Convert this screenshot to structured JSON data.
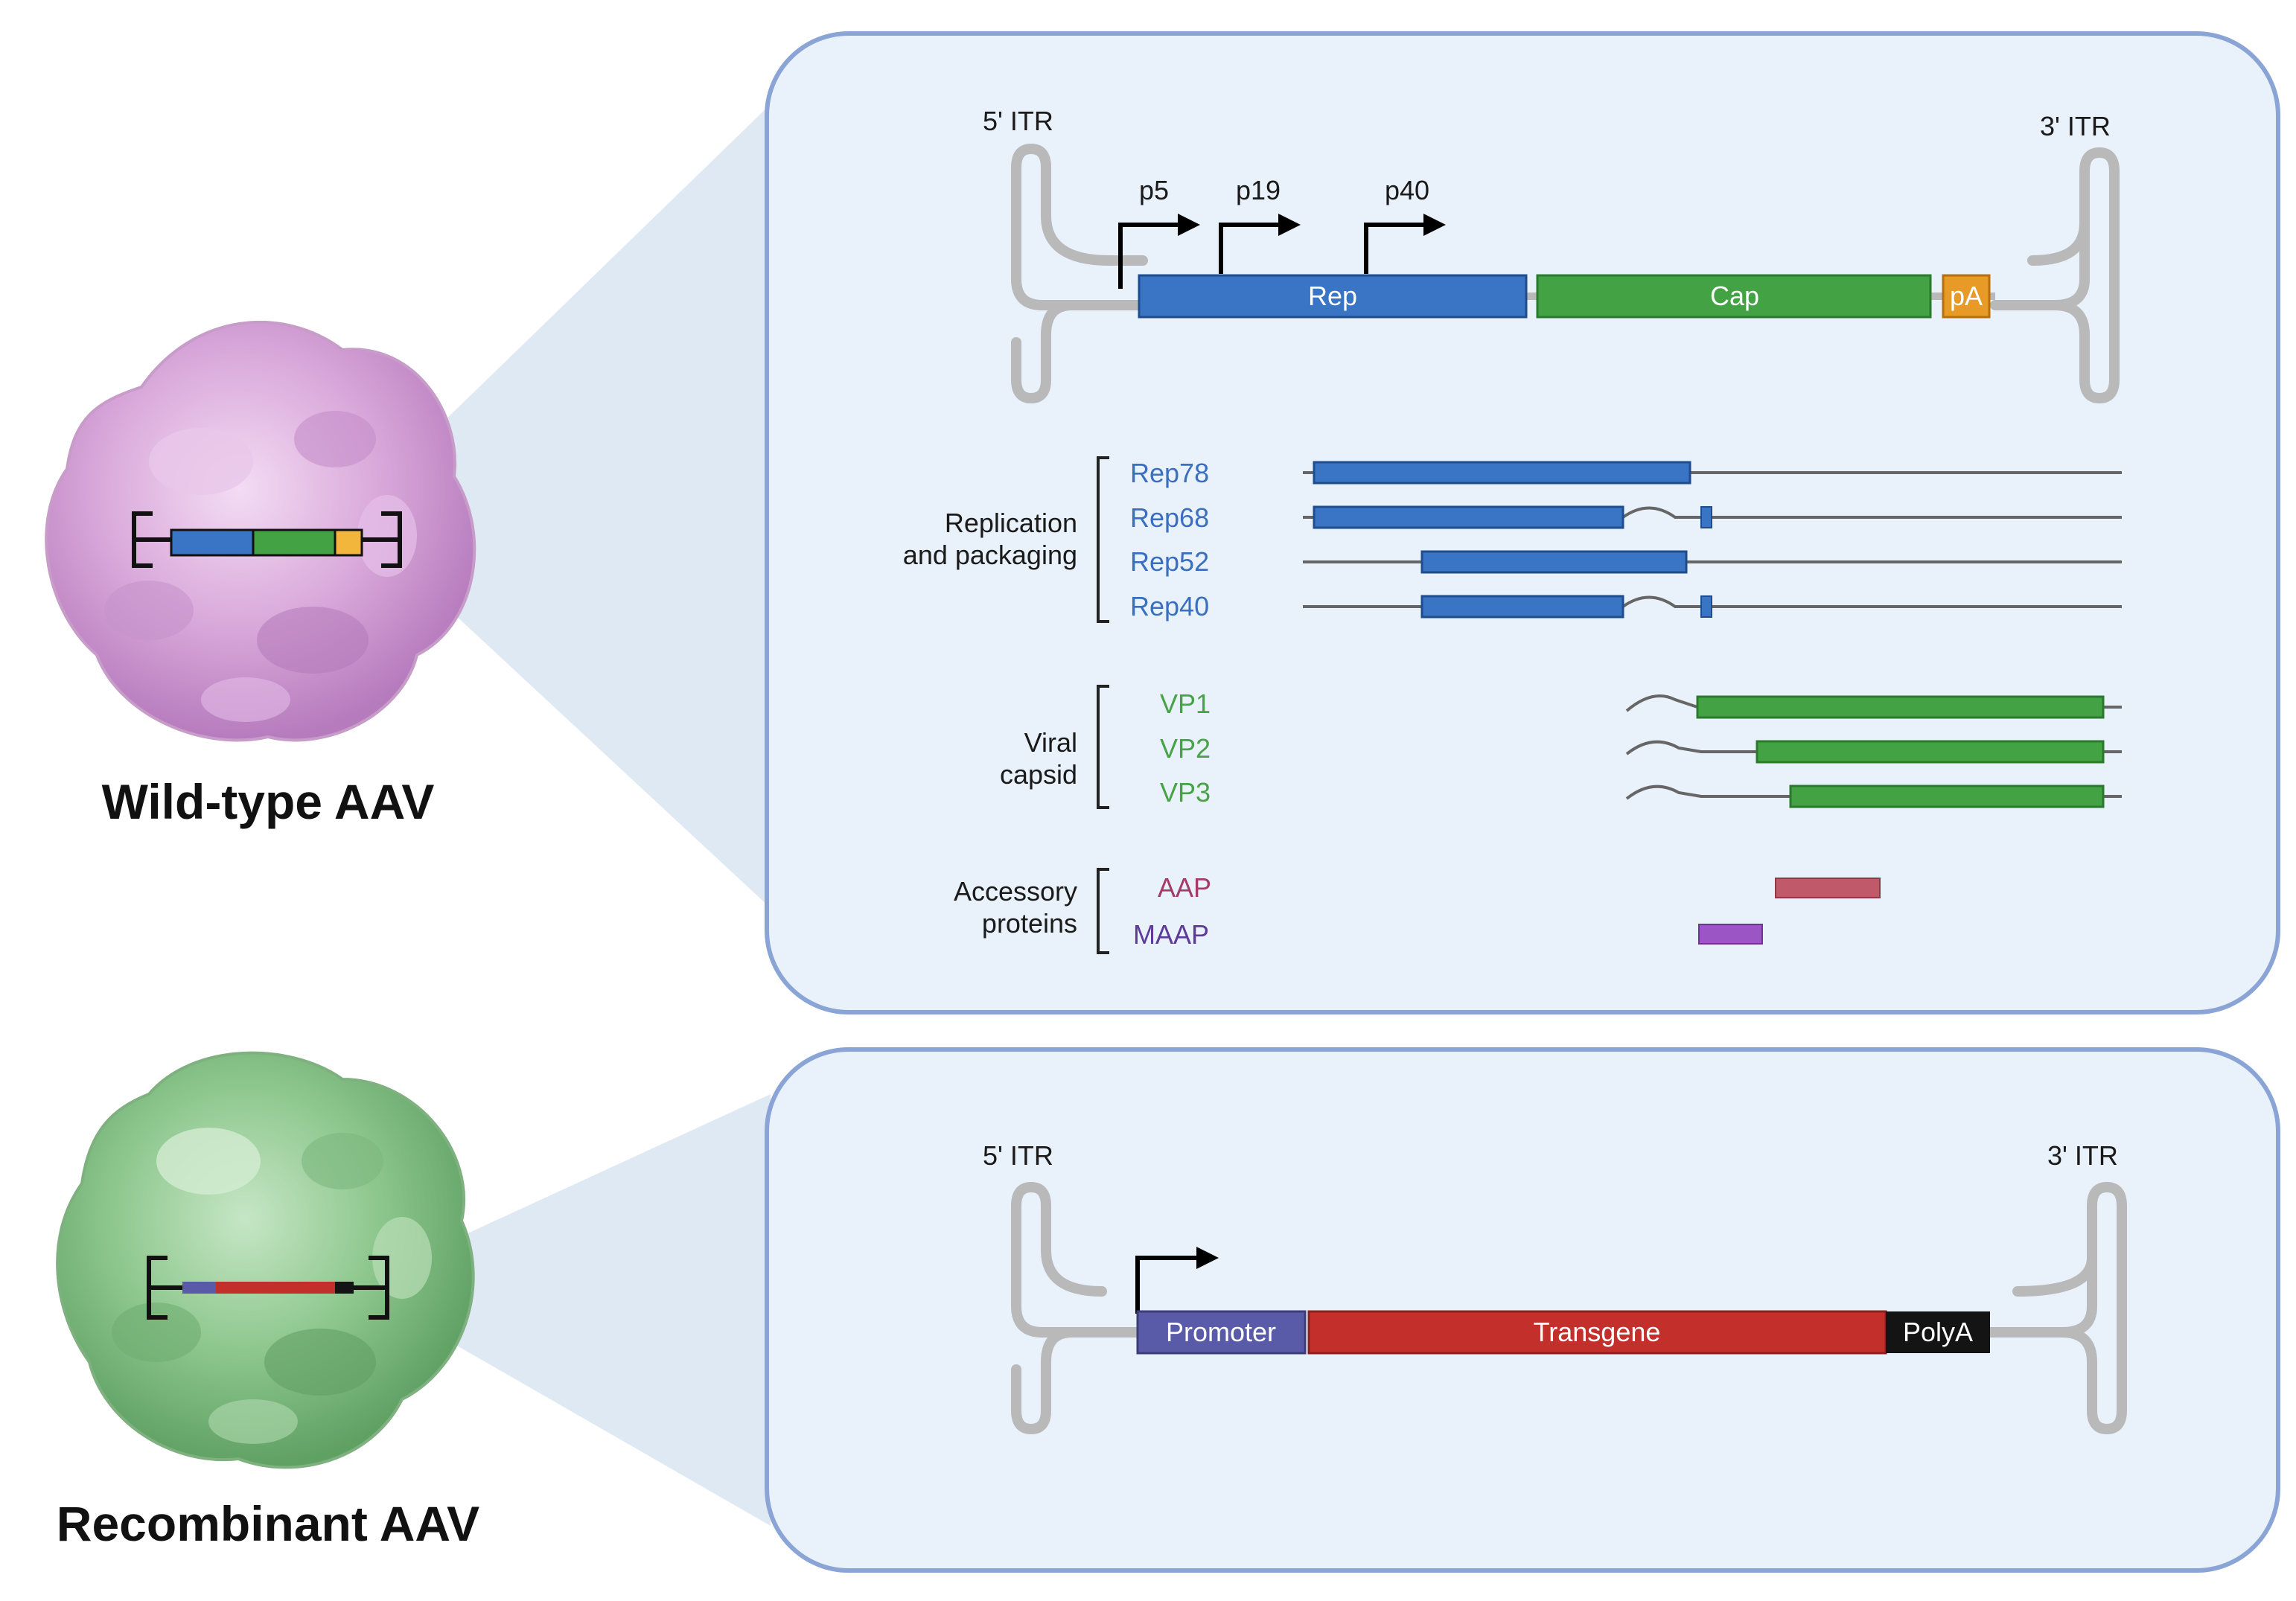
{
  "wild_type": {
    "caption": "Wild-type AAV",
    "itr_left": "5' ITR",
    "itr_right": "3' ITR",
    "promoters": [
      "p5",
      "p19",
      "p40"
    ],
    "genes": {
      "rep": "Rep",
      "cap": "Cap",
      "pa": "pA"
    },
    "groups": {
      "replication": {
        "line1": "Replication",
        "line2": "and packaging",
        "items": [
          "Rep78",
          "Rep68",
          "Rep52",
          "Rep40"
        ]
      },
      "capsid": {
        "line1": "Viral",
        "line2": "capsid",
        "items": [
          "VP1",
          "VP2",
          "VP3"
        ]
      },
      "accessory": {
        "line1": "Accessory",
        "line2": "proteins",
        "items": [
          "AAP",
          "MAAP"
        ]
      }
    }
  },
  "recombinant": {
    "caption": "Recombinant AAV",
    "itr_left": "5' ITR",
    "itr_right": "3' ITR",
    "segments": {
      "promoter": "Promoter",
      "transgene": "Transgene",
      "polya": "PolyA"
    }
  },
  "colors": {
    "rep": "#3a74c4",
    "cap": "#43a244",
    "pa": "#e79a26",
    "aap": "#c05a6a",
    "maap": "#9b55c4",
    "promoter": "#5a5ba8",
    "transgene": "#c3302c",
    "polya": "#141414",
    "panel_fill": "#e9f1fa",
    "panel_stroke": "#8aa4d6",
    "rep_text": "#3a6fc0",
    "cap_text": "#48a348",
    "aap_text": "#a53a66",
    "maap_text": "#5d3a9a"
  }
}
